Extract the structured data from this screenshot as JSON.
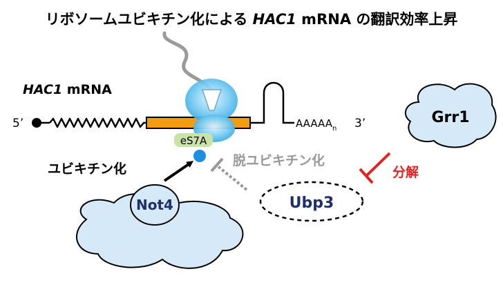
{
  "title": {
    "part1": "リボソームユビキチン化による ",
    "gene": "HAC1",
    "part2": " mRNA の翻訳効率上昇"
  },
  "mrna": {
    "gene": "HAC1",
    "suffix": " mRNA",
    "five_prime": "5’",
    "three_prime": "3’",
    "poly_a": "AAAAA",
    "poly_a_sub": "n"
  },
  "ribosome": {
    "protein_label": "eS7A"
  },
  "labels": {
    "ubiquitination": "ユビキチン化",
    "deubiquitination": "脱ユビキチン化",
    "degradation": "分解"
  },
  "proteins": {
    "not4": "Not4",
    "ubp3": "Ubp3",
    "grr1": "Grr1"
  },
  "colors": {
    "cds": "#f39c12",
    "cloud_fill": "#d5e9f8",
    "ribosome": "#3fb0e8",
    "es7a_fill": "#c9e3a6",
    "ubiquitin": "#1d8fe0",
    "protein_text": "#1f2f6b",
    "inhibit_gray": "#999999",
    "degradation_red": "#e32222"
  }
}
